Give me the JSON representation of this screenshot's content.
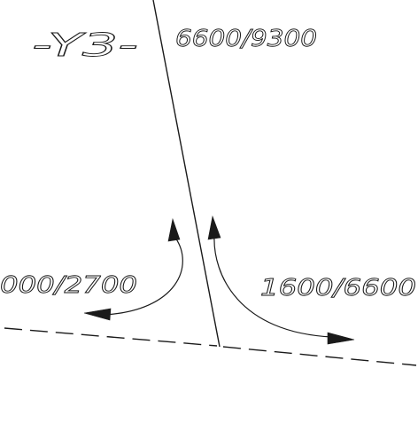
{
  "road_label": "-Y3-",
  "sight_distances": {
    "main_line": "6600/9300",
    "left_turn": "000/2700",
    "right_turn": "1600/6600"
  }
}
